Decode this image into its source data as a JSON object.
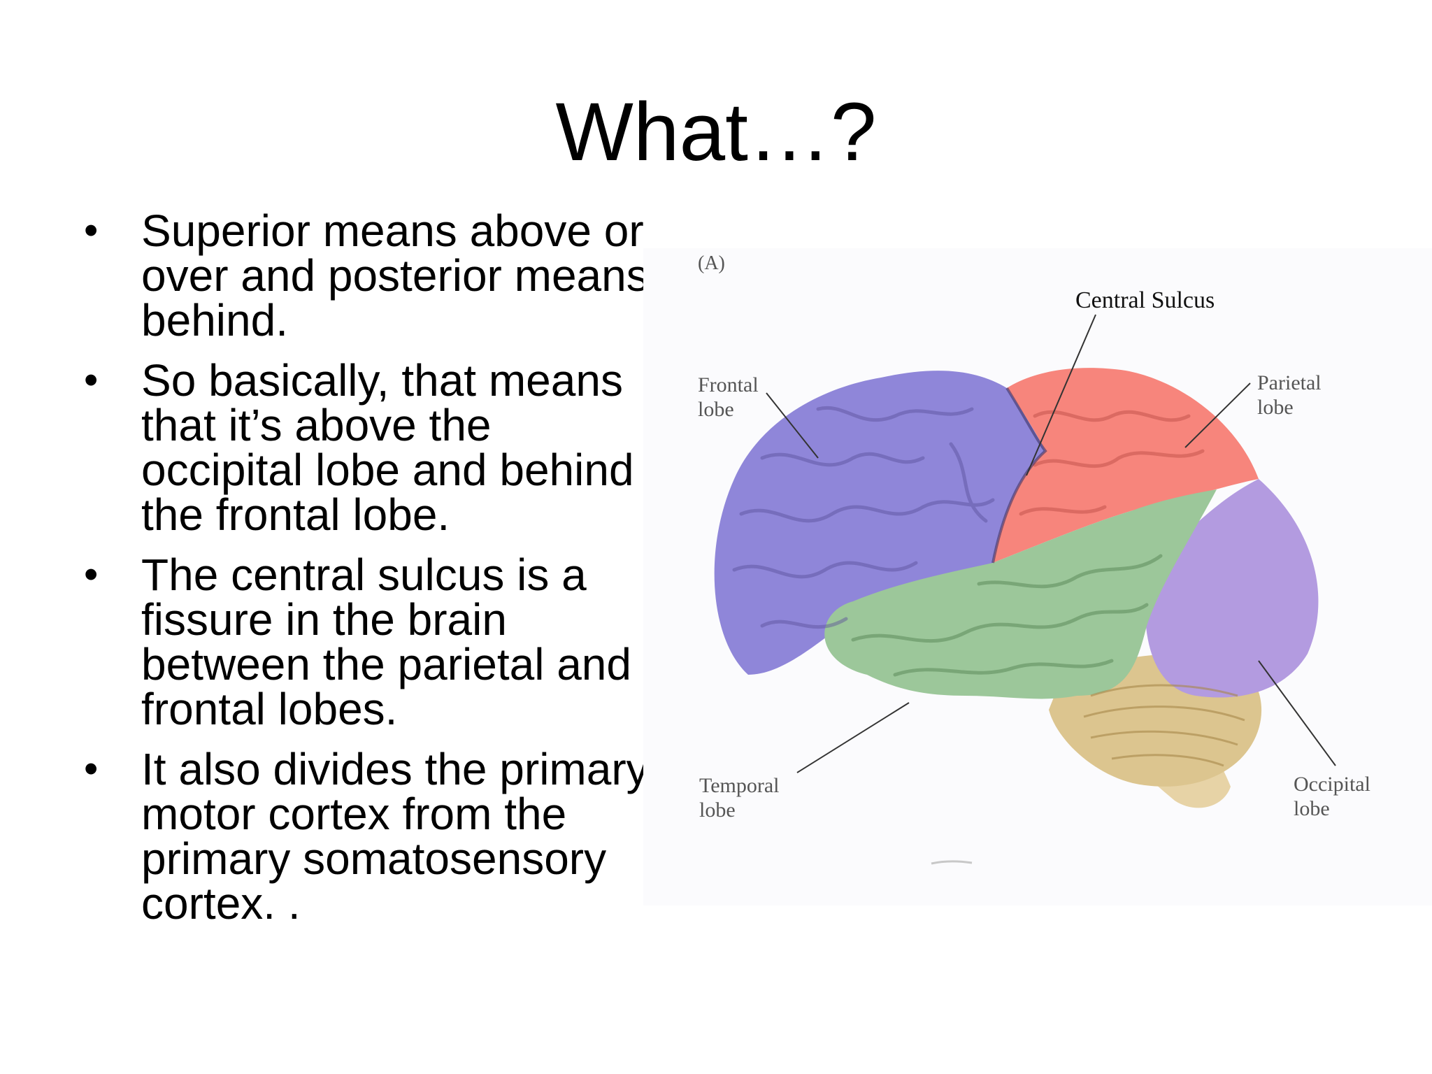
{
  "slide": {
    "title": "What…?",
    "bullets": [
      "Superior means above or over and posterior means behind.",
      "So basically, that means that it’s above the occipital lobe and behind the frontal lobe.",
      "The central sulcus is a fissure in the brain between the parietal and frontal lobes.",
      "It also divides the primary motor cortex from the primary somatosensory cortex. ."
    ]
  },
  "diagram": {
    "panel_label": "(A)",
    "central_sulcus": "Central Sulcus",
    "frontal": [
      "Frontal",
      "lobe"
    ],
    "parietal": [
      "Parietal",
      "lobe"
    ],
    "temporal": [
      "Temporal",
      "lobe"
    ],
    "occipital": [
      "Occipital",
      "lobe"
    ],
    "colors": {
      "frontal": "#8f86d9",
      "parietal": "#f7857c",
      "temporal": "#9cc79a",
      "occipital": "#b39be0",
      "cerebellum": "#dcc58f",
      "brainstem": "#e7d3a6"
    }
  }
}
